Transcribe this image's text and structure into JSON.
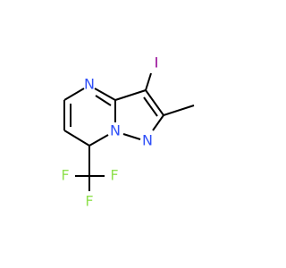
{
  "molecule": {
    "atoms": {
      "iodine": "I",
      "ring_n_top": "N",
      "ring_n_bridge": "N",
      "ring_n_right": "N",
      "fluorine_left": "F",
      "fluorine_right": "F",
      "fluorine_bottom": "F"
    },
    "colors": {
      "iodine": "#940094",
      "nitrogen": "#3050f8",
      "fluorine": "#90e050",
      "carbon": "#000000"
    }
  }
}
